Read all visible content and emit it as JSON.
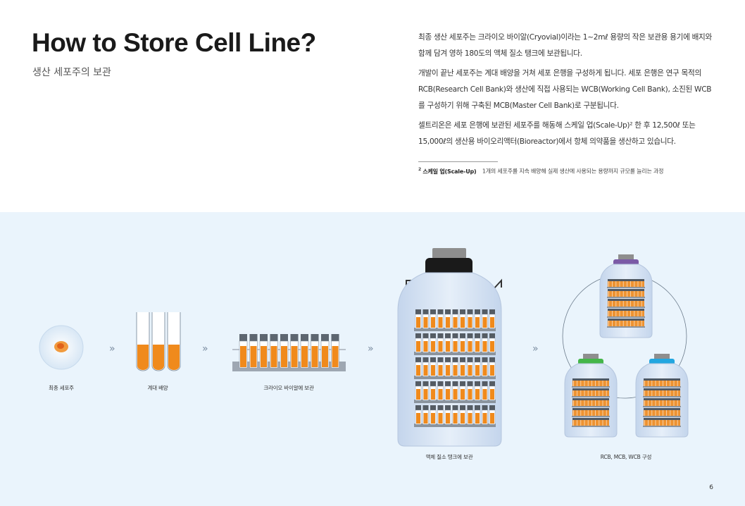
{
  "header": {
    "title": "How to Store Cell Line?",
    "subtitle": "생산 세포주의 보관"
  },
  "body": {
    "paragraphs": [
      "최종 생산 세포주는 크라이오 바이알(Cryovial)이라는 1~2mℓ 용량의 작은 보관용 용기에 배지와 함께 담겨 영하 180도의 액체 질소 탱크에 보관됩니다.",
      "개발이 끝난 세포주는 계대 배양을 거쳐 세포 은행을 구성하게 됩니다. 세포 은행은 연구 목적의 RCB(Research Cell Bank)와 생산에 직접 사용되는 WCB(Working Cell Bank), 소진된 WCB를 구성하기 위해 구축된 MCB(Master Cell Bank)로 구분됩니다.",
      "셀트리온은 세포 은행에 보관된 세포주를 해동해 스케일 업(Scale-Up)² 한 후 12,500ℓ 또는 15,000ℓ의 생산용 바이오리액터(Bioreactor)에서 항체 의약품을 생산하고 있습니다."
    ]
  },
  "footnote": {
    "marker": "2",
    "term": "스케일 업(Scale-Up)",
    "text": "1개의 세포주를 지속 배양해 실제 생산에 사용되는 용량까지 규모를 늘리는 과정"
  },
  "diagram": {
    "arrow_glyph": "»",
    "steps": [
      {
        "label": "최종 세포주"
      },
      {
        "label": "계대 배양"
      },
      {
        "label": "크라이오 바이알에 보관"
      },
      {
        "label": "액체 질소 탱크에 보관"
      },
      {
        "label": "RCB, MCB, WCB 구성"
      }
    ],
    "colors": {
      "panel_bg": "#eaf4fc",
      "media_orange": "#f08a1c",
      "tank_body": "#d7e4f5",
      "cap_black": "#1a1a1a",
      "cap_purple": "#7b5aa6",
      "cap_green": "#44b649",
      "cap_blue": "#22a6e0"
    }
  },
  "page": {
    "number": "6"
  }
}
